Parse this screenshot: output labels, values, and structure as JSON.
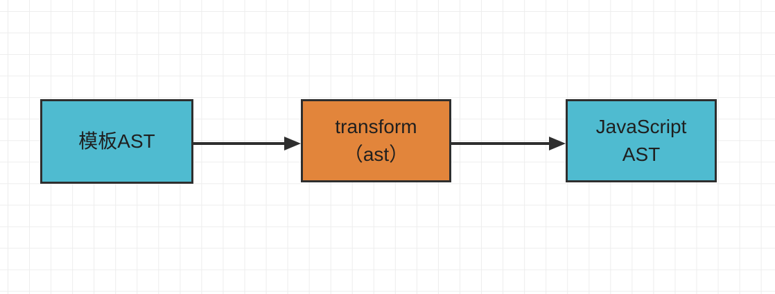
{
  "diagram": {
    "title": "",
    "background": {
      "color": "#ffffff",
      "grid_color": "#ededed",
      "grid_spacing": 31
    },
    "colors": {
      "node_teal": "#4fbbd0",
      "node_orange": "#e2853b",
      "border": "#2e2e2e",
      "edge": "#2e2e2e",
      "text": "#1f1f1f"
    },
    "nodes": [
      {
        "id": "template-ast",
        "label": "模板AST",
        "fill": "#4fbbd0"
      },
      {
        "id": "transform",
        "label": "transform\n（ast）",
        "fill": "#e2853b"
      },
      {
        "id": "javascript-ast",
        "label": "JavaScript\nAST",
        "fill": "#4fbbd0"
      }
    ],
    "edges": [
      {
        "id": "edge-1",
        "from": "template-ast",
        "to": "transform",
        "label": "",
        "arrowhead": "solid-triangle"
      },
      {
        "id": "edge-2",
        "from": "transform",
        "to": "javascript-ast",
        "label": "",
        "arrowhead": "solid-triangle"
      }
    ]
  }
}
